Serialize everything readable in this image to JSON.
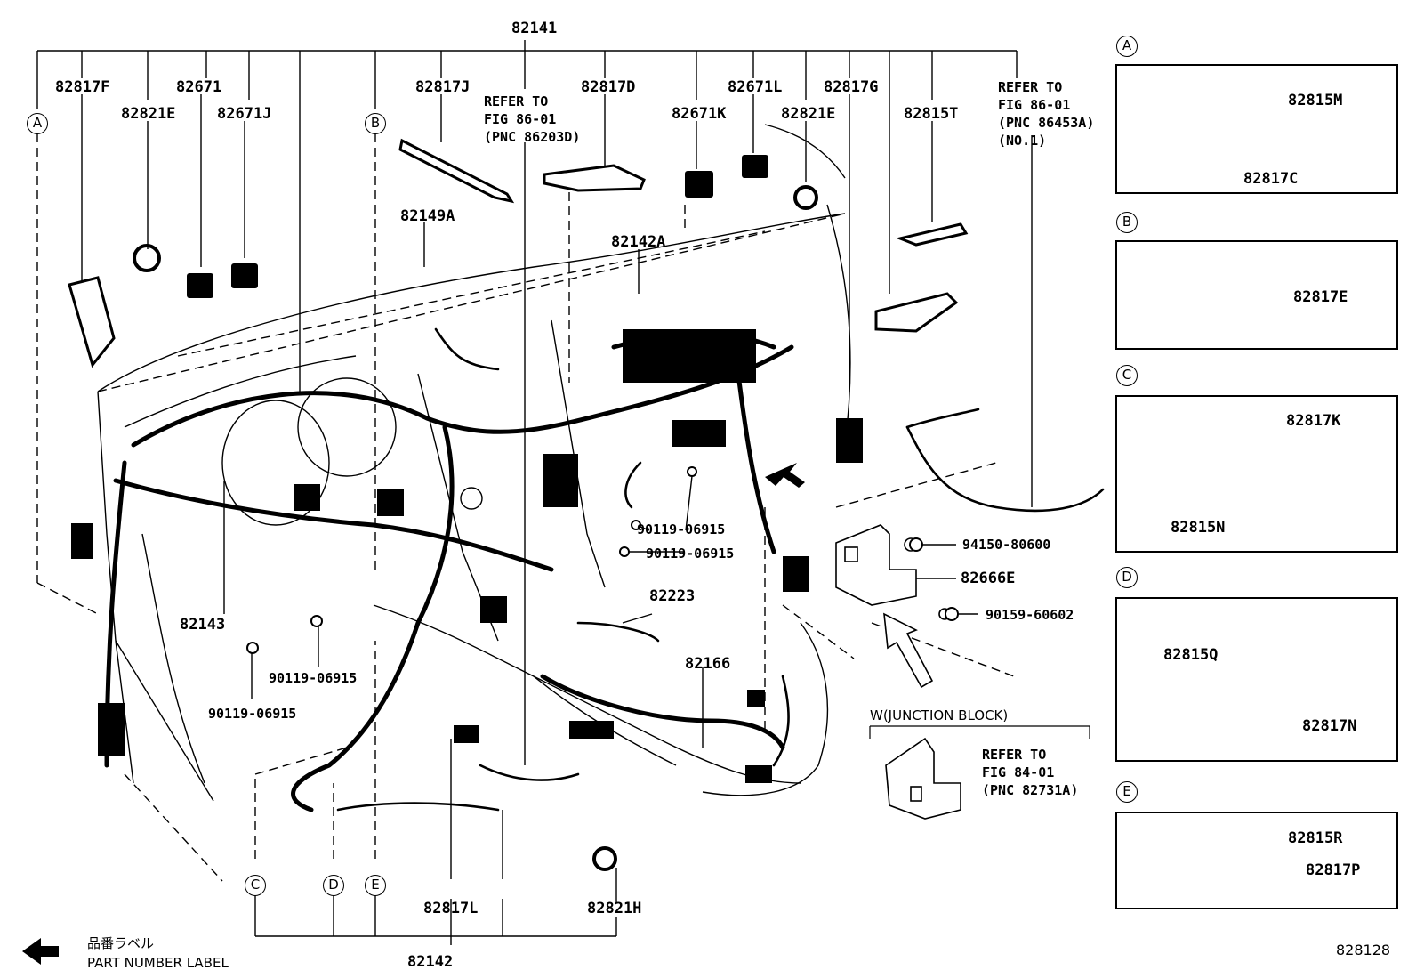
{
  "diagram": {
    "main_pnc": "82141",
    "bottom_pnc": "82142",
    "figure_code": "828128",
    "legend": {
      "label_jp": "品番ラベル",
      "label_en": "PART NUMBER LABEL"
    },
    "callouts_top": [
      "82817F",
      "82671",
      "82821E",
      "82671J",
      "82817J",
      "82817D",
      "82671K",
      "82671L",
      "82821E",
      "82817G",
      "82815T"
    ],
    "callouts_mid": [
      "82149A",
      "82142A",
      "82143",
      "82223",
      "82166"
    ],
    "callouts_bottom": [
      "82817L",
      "82821H"
    ],
    "bolts": [
      "90119-06915",
      "90119-06915",
      "90119-06915",
      "90119-06915",
      "94150-80600",
      "90159-60602"
    ],
    "junction": {
      "part": "82666E",
      "title": "W(JUNCTION BLOCK)"
    },
    "refer_notes": [
      "REFER TO\nFIG 86-01\n(PNC 86203D)",
      "REFER TO\nFIG 86-01\n(PNC 86453A)\n(NO.1)",
      "REFER TO\nFIG 84-01\n(PNC 82731A)"
    ],
    "circle_markers": [
      "A",
      "B",
      "C",
      "D",
      "E"
    ],
    "details": [
      {
        "id": "A",
        "parts": [
          "82815M",
          "82817C"
        ]
      },
      {
        "id": "B",
        "parts": [
          "82817E"
        ]
      },
      {
        "id": "C",
        "parts": [
          "82817K",
          "82815N"
        ]
      },
      {
        "id": "D",
        "parts": [
          "82815Q",
          "82817N"
        ]
      },
      {
        "id": "E",
        "parts": [
          "82815R",
          "82817P"
        ]
      }
    ]
  }
}
